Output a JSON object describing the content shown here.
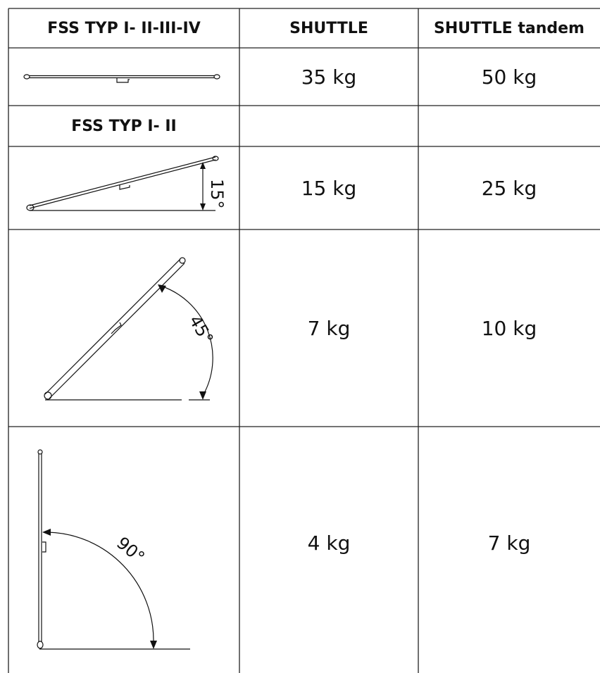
{
  "header": {
    "col1": "FSS TYP I- II-III-IV",
    "col2": "SHUTTLE",
    "col3": "SHUTTLE tandem"
  },
  "rows": [
    {
      "shuttle": "35 kg",
      "tandem": "50 kg"
    },
    {
      "section_label": "FSS TYP I- II"
    },
    {
      "angle_label": "15°",
      "shuttle": "15 kg",
      "tandem": "25 kg"
    },
    {
      "angle_label": "45°",
      "shuttle": "7 kg",
      "tandem": "10 kg"
    },
    {
      "angle_label": "90°",
      "shuttle": "4 kg",
      "tandem": "7 kg"
    }
  ]
}
